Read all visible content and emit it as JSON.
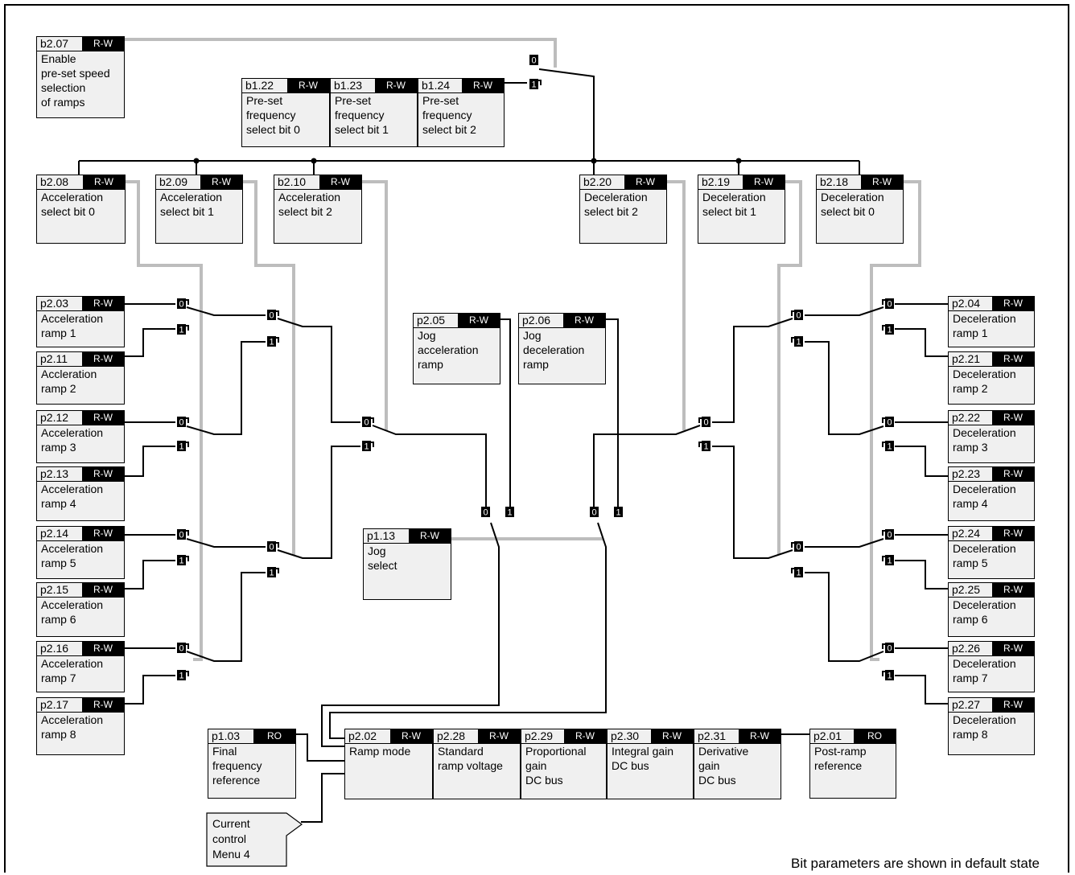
{
  "params": {
    "b2_07": {
      "code": "b2.07",
      "access": "R-W",
      "desc": "Enable\npre-set speed\nselection\nof ramps"
    },
    "b1_22": {
      "code": "b1.22",
      "access": "R-W",
      "desc": "Pre-set\nfrequency\nselect bit 0"
    },
    "b1_23": {
      "code": "b1.23",
      "access": "R-W",
      "desc": "Pre-set\nfrequency\nselect bit 1"
    },
    "b1_24": {
      "code": "b1.24",
      "access": "R-W",
      "desc": "Pre-set\nfrequency\nselect bit 2"
    },
    "b2_08": {
      "code": "b2.08",
      "access": "R-W",
      "desc": "Acceleration\nselect bit 0"
    },
    "b2_09": {
      "code": "b2.09",
      "access": "R-W",
      "desc": "Acceleration\nselect bit 1"
    },
    "b2_10": {
      "code": "b2.10",
      "access": "R-W",
      "desc": "Acceleration\nselect bit 2"
    },
    "b2_20": {
      "code": "b2.20",
      "access": "R-W",
      "desc": "Deceleration\nselect bit 2"
    },
    "b2_19": {
      "code": "b2.19",
      "access": "R-W",
      "desc": "Deceleration\nselect bit 1"
    },
    "b2_18": {
      "code": "b2.18",
      "access": "R-W",
      "desc": "Deceleration\nselect bit 0"
    },
    "p2_03": {
      "code": "p2.03",
      "access": "R-W",
      "desc": "Acceleration\nramp 1"
    },
    "p2_11": {
      "code": "p2.11",
      "access": "R-W",
      "desc": "Accleration\nramp 2"
    },
    "p2_12": {
      "code": "p2.12",
      "access": "R-W",
      "desc": "Acceleration\nramp 3"
    },
    "p2_13": {
      "code": "p2.13",
      "access": "R-W",
      "desc": "Acceleration\nramp 4"
    },
    "p2_14": {
      "code": "p2.14",
      "access": "R-W",
      "desc": "Acceleration\nramp 5"
    },
    "p2_15": {
      "code": "p2.15",
      "access": "R-W",
      "desc": "Acceleration\nramp 6"
    },
    "p2_16": {
      "code": "p2.16",
      "access": "R-W",
      "desc": "Acceleration\nramp 7"
    },
    "p2_17": {
      "code": "p2.17",
      "access": "R-W",
      "desc": "Acceleration\nramp 8"
    },
    "p2_05": {
      "code": "p2.05",
      "access": "R-W",
      "desc": "Jog\nacceleration\nramp"
    },
    "p2_06": {
      "code": "p2.06",
      "access": "R-W",
      "desc": "Jog\ndeceleration\nramp"
    },
    "p1_13": {
      "code": "p1.13",
      "access": "R-W",
      "desc": "Jog\nselect"
    },
    "p2_04": {
      "code": "p2.04",
      "access": "R-W",
      "desc": "Deceleration\nramp 1"
    },
    "p2_21": {
      "code": "p2.21",
      "access": "R-W",
      "desc": "Deceleration\nramp 2"
    },
    "p2_22": {
      "code": "p2.22",
      "access": "R-W",
      "desc": "Deceleration\nramp 3"
    },
    "p2_23": {
      "code": "p2.23",
      "access": "R-W",
      "desc": "Deceleration\nramp 4"
    },
    "p2_24": {
      "code": "p2.24",
      "access": "R-W",
      "desc": "Deceleration\nramp 5"
    },
    "p2_25": {
      "code": "p2.25",
      "access": "R-W",
      "desc": "Deceleration\nramp 6"
    },
    "p2_26": {
      "code": "p2.26",
      "access": "R-W",
      "desc": "Deceleration\nramp 7"
    },
    "p2_27": {
      "code": "p2.27",
      "access": "R-W",
      "desc": "Deceleration\nramp 8"
    },
    "p1_03": {
      "code": "p1.03",
      "access": "RO",
      "desc": "Final\nfrequency\nreference"
    },
    "p2_02": {
      "code": "p2.02",
      "access": "R-W",
      "desc": "Ramp mode"
    },
    "p2_28": {
      "code": "p2.28",
      "access": "R-W",
      "desc": "Standard\nramp voltage"
    },
    "p2_29": {
      "code": "p2.29",
      "access": "R-W",
      "desc": "Proportional\ngain\nDC bus"
    },
    "p2_30": {
      "code": "p2.30",
      "access": "R-W",
      "desc": "Integral gain\nDC bus"
    },
    "p2_31": {
      "code": "p2.31",
      "access": "R-W",
      "desc": "Derivative\ngain\nDC bus"
    },
    "p2_01": {
      "code": "p2.01",
      "access": "RO",
      "desc": "Post-ramp\nreference"
    }
  },
  "current_control_note": "Current\ncontrol\nMenu 4",
  "footer_note": "Bit parameters are shown in default state",
  "switch_labels": {
    "zero": "0",
    "one": "1"
  },
  "colors": {
    "wire": "#000000",
    "control_wire": "#bdbdbd",
    "box_fill": "#f0f0f0"
  }
}
